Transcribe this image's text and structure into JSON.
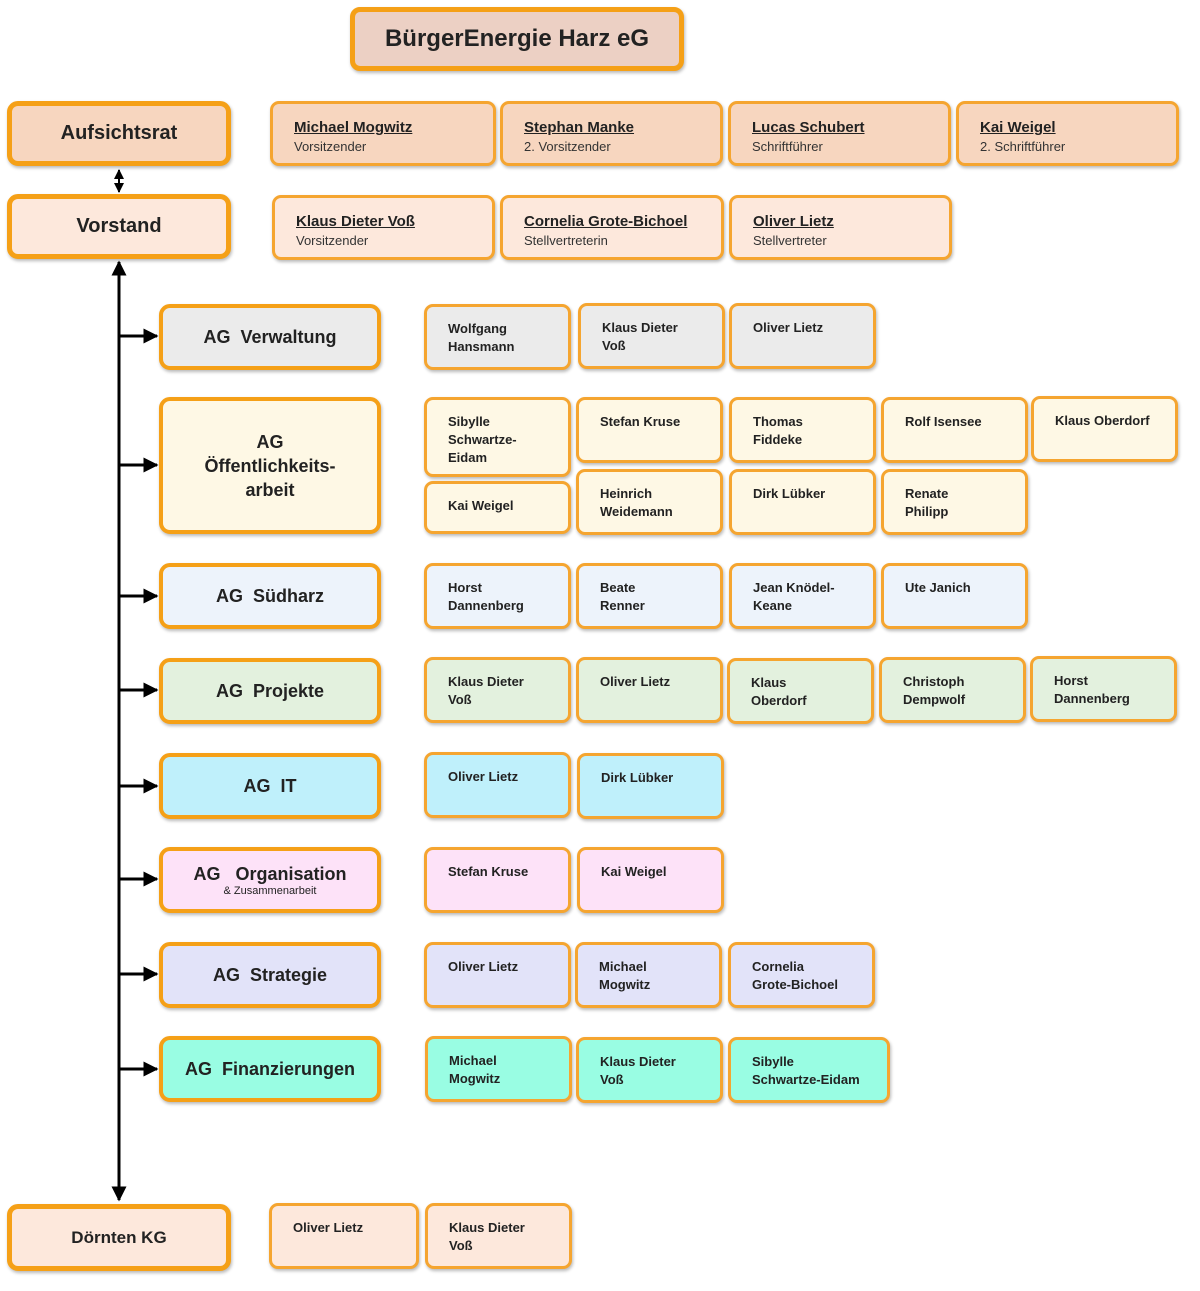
{
  "title": "BürgerEnergie Harz eG",
  "aufsichtsrat": {
    "label": "Aufsichtsrat",
    "members": [
      {
        "name": "Michael Mogwitz",
        "role": "Vorsitzender"
      },
      {
        "name": "Stephan Manke",
        "role": "2. Vorsitzender"
      },
      {
        "name": "Lucas Schubert",
        "role": "Schriftführer"
      },
      {
        "name": "Kai Weigel",
        "role": "2. Schriftführer"
      }
    ]
  },
  "vorstand": {
    "label": "Vorstand",
    "members": [
      {
        "name": "Klaus Dieter Voß",
        "role": "Vorsitzender"
      },
      {
        "name": "Cornelia Grote-Bichoel",
        "role": "Stellvertreterin"
      },
      {
        "name": "Oliver Lietz",
        "role": "Stellvertreter"
      }
    ]
  },
  "ags": {
    "verwaltung": {
      "prefix": "AG",
      "name": "Verwaltung",
      "members": [
        "Wolfgang\nHansmann",
        "Klaus Dieter\nVoß",
        "Oliver Lietz"
      ]
    },
    "oeffentlichkeit": {
      "line1": "AG",
      "line2": "Öffentlichkeits-",
      "line3": "arbeit",
      "members": [
        "Sibylle\nSchwartze-\nEidam",
        "Stefan Kruse",
        "Thomas\nFiddeke",
        "Rolf Isensee",
        "Klaus Oberdorf",
        "Kai Weigel",
        "Heinrich\nWeidemann",
        "Dirk Lübker",
        "Renate\nPhilipp"
      ]
    },
    "suedharz": {
      "prefix": "AG",
      "name": "Südharz",
      "members": [
        "Horst\nDannenberg",
        "Beate\nRenner",
        "Jean Knödel-\nKeane",
        "Ute Janich"
      ]
    },
    "projekte": {
      "prefix": "AG",
      "name": "Projekte",
      "members": [
        "Klaus Dieter\nVoß",
        "Oliver Lietz",
        "Klaus\nOberdorf",
        "Christoph\nDempwolf",
        "Horst\nDannenberg"
      ]
    },
    "it": {
      "prefix": "AG",
      "name": "IT",
      "members": [
        "Oliver Lietz",
        "Dirk Lübker"
      ]
    },
    "organisation": {
      "prefix": "AG",
      "name": "Organisation",
      "sub": "& Zusammenarbeit",
      "members": [
        "Stefan Kruse",
        "Kai Weigel"
      ]
    },
    "strategie": {
      "prefix": "AG",
      "name": "Strategie",
      "members": [
        "Oliver Lietz",
        "Michael\nMogwitz",
        "Cornelia\nGrote-Bichoel"
      ]
    },
    "finanzierungen": {
      "prefix": "AG",
      "name": "Finanzierungen",
      "members": [
        "Michael\nMogwitz",
        "Klaus Dieter\nVoß",
        "Sibylle\nSchwartze-Eidam"
      ]
    }
  },
  "doernten": {
    "label": "Dörnten KG",
    "members": [
      "Oliver Lietz",
      "Klaus Dieter\nVoß"
    ]
  },
  "colors": {
    "border": "#f5a017",
    "aufsichtsrat": "#f7d6bf",
    "vorstand": "#fde8dc",
    "verwaltung": "#ebebeb",
    "oeffentlichkeit": "#fef8e5",
    "suedharz": "#edf3fb",
    "projekte": "#e3f1de",
    "it": "#bff0fb",
    "organisation": "#fde2f8",
    "strategie": "#e2e3f9",
    "finanzierungen": "#99fde3"
  }
}
